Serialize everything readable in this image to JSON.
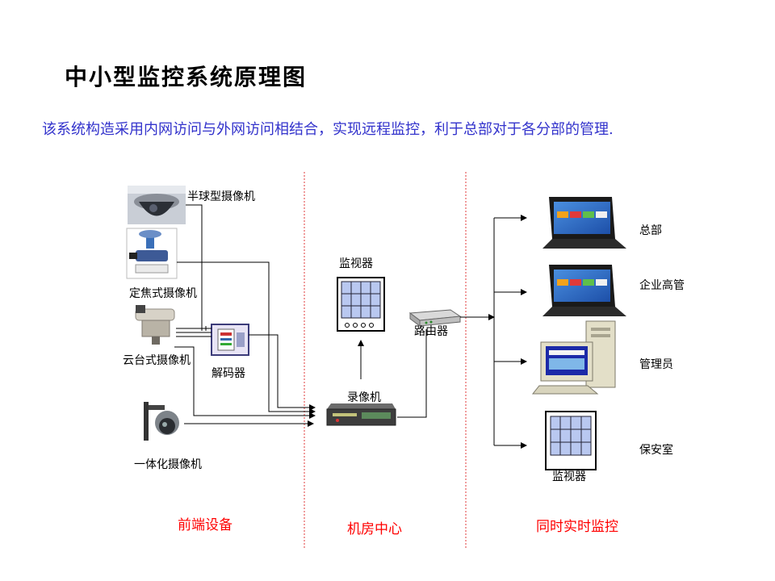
{
  "title": "中小型监控系统原理图",
  "subtitle": "该系统构造采用内网访问与外网访问相结合，实现远程监控，利于总部对于各分部的管理.",
  "devices": {
    "dome_camera": "半球型摄像机",
    "fixed_camera": "定焦式摄像机",
    "ptz_camera": "云台式摄像机",
    "decoder": "解码器",
    "integrated_camera": "一体化摄像机",
    "monitor_center": "监视器",
    "router": "路由器",
    "recorder": "录像机"
  },
  "clients": {
    "hq": "总部",
    "exec": "企业高管",
    "admin": "管理员",
    "security": "保安室",
    "monitor_right": "监视器"
  },
  "sections": {
    "front": "前端设备",
    "machine_room": "机房中心",
    "realtime": "同时实时监控"
  }
}
